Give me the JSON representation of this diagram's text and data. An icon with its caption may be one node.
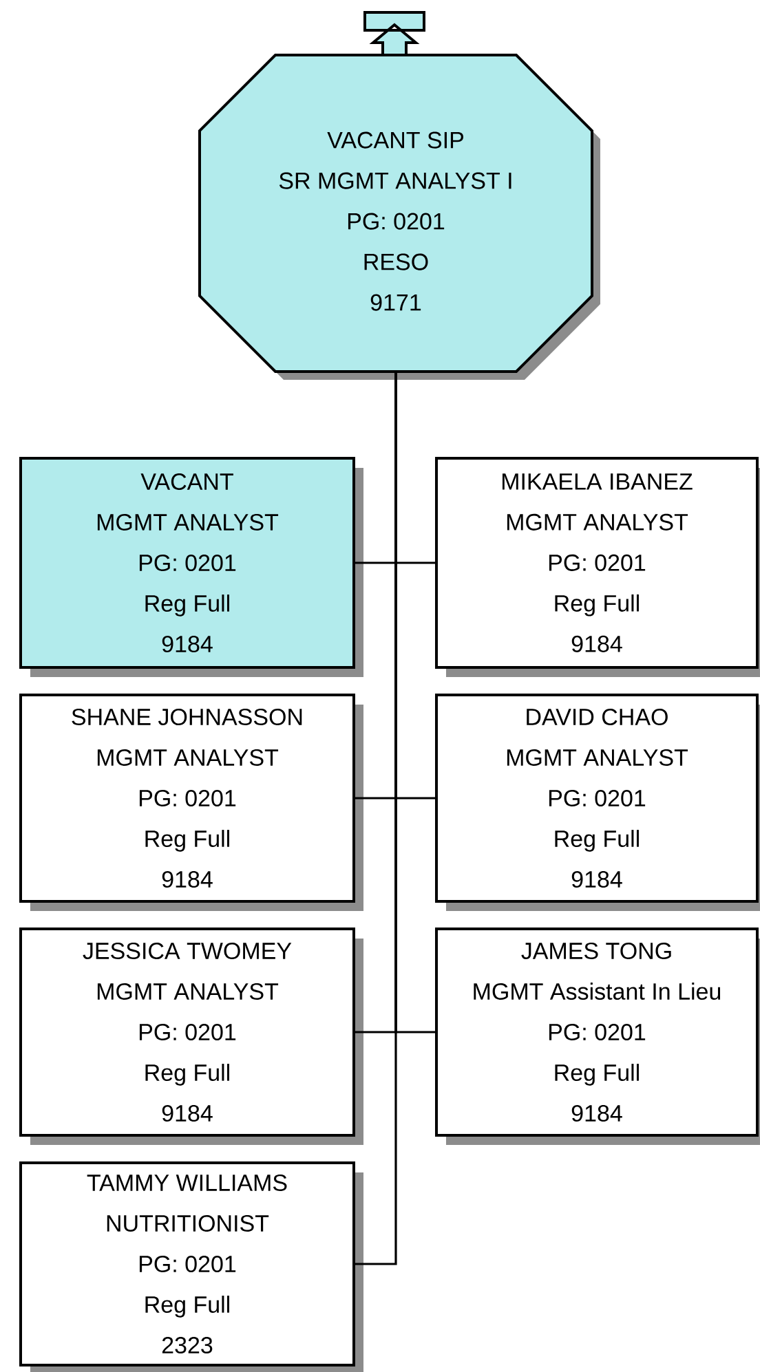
{
  "diagram": {
    "nodes": [
      {
        "text": [
          "VACANT SIP",
          "SR MGMT ANALYST I",
          "PG: 0201",
          "RESO",
          "9171"
        ]
      },
      {
        "text": [
          "VACANT",
          "MGMT ANALYST",
          "PG: 0201",
          "Reg Full",
          "9184"
        ]
      },
      {
        "text": [
          "MIKAELA IBANEZ",
          "MGMT ANALYST",
          "PG: 0201",
          "Reg Full",
          "9184"
        ]
      },
      {
        "text": [
          "SHANE JOHNASSON",
          "MGMT ANALYST",
          "PG: 0201",
          "Reg Full",
          "9184"
        ]
      },
      {
        "text": [
          "DAVID CHAO",
          "MGMT ANALYST",
          "PG: 0201",
          "Reg Full",
          "9184"
        ]
      },
      {
        "text": [
          "JESSICA TWOMEY",
          "MGMT ANALYST",
          "PG: 0201",
          "Reg Full",
          "9184"
        ]
      },
      {
        "text": [
          "JAMES TONG",
          "MGMT Assistant In Lieu",
          "PG: 0201",
          "Reg Full",
          "9184"
        ]
      },
      {
        "text": [
          "TAMMY WILLIAMS",
          "NUTRITIONIST",
          "PG: 0201",
          "Reg Full",
          "2323"
        ]
      }
    ],
    "edges": [
      {
        "from": 0,
        "to": 1,
        "arrow": "none"
      },
      {
        "from": 0,
        "to": 2,
        "arrow": "none"
      },
      {
        "from": 0,
        "to": 3,
        "arrow": "none"
      },
      {
        "from": 0,
        "to": 4,
        "arrow": "none"
      },
      {
        "from": 0,
        "to": 5,
        "arrow": "none"
      },
      {
        "from": 0,
        "to": 6,
        "arrow": "none"
      },
      {
        "from": 0,
        "to": 7,
        "arrow": "none"
      }
    ]
  }
}
